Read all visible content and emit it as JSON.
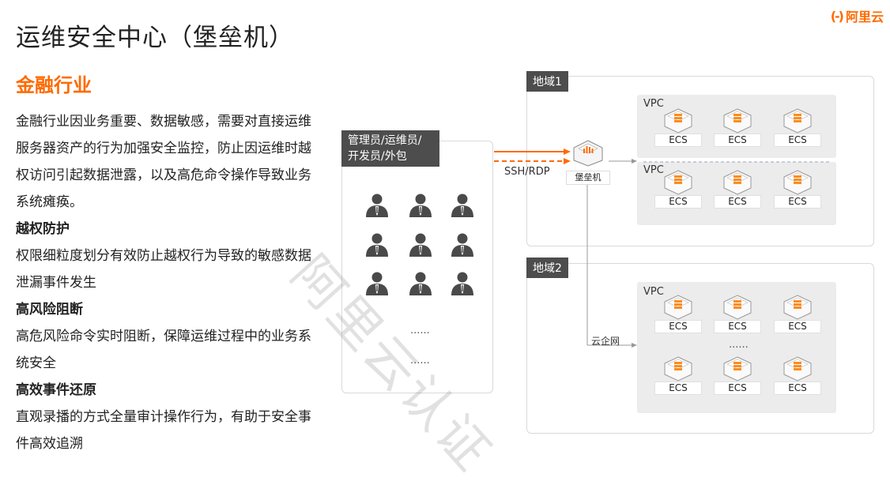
{
  "title": "运维安全中心（堡垒机）",
  "logo": {
    "mark": "(-)",
    "text": "阿里云"
  },
  "section_heading": "金融行业",
  "paragraphs": [
    "金融行业因业务重要、数据敏感，需要对直接运维服务器资产的行为加强安全监控，防止因运维时越权访问引起数据泄露，以及高危命令操作导致业务系统瘫痪。",
    "越权防护",
    "权限细粒度划分有效防止越权行为导致的敏感数据泄漏事件发生",
    "高风险阻断",
    "高危风险命令实时阻断，保障运维过程中的业务系统安全",
    "高效事件还原",
    "直观录播的方式全量审计操作行为，有助于安全事件高效追溯"
  ],
  "diagram": {
    "users_label": "管理员/运维员/\n开发员/外包",
    "users_more": "......",
    "users_more2": "......",
    "protocol_label": "SSH/RDP",
    "bastion_label": "堡垒机",
    "region1_label": "地域1",
    "region2_label": "地域2",
    "vpc_label": "VPC",
    "ecs_label": "ECS",
    "cen_label": "云企网",
    "ecs_more": "......",
    "accent_color": "#ff6a00"
  },
  "watermark": "阿里云认证"
}
